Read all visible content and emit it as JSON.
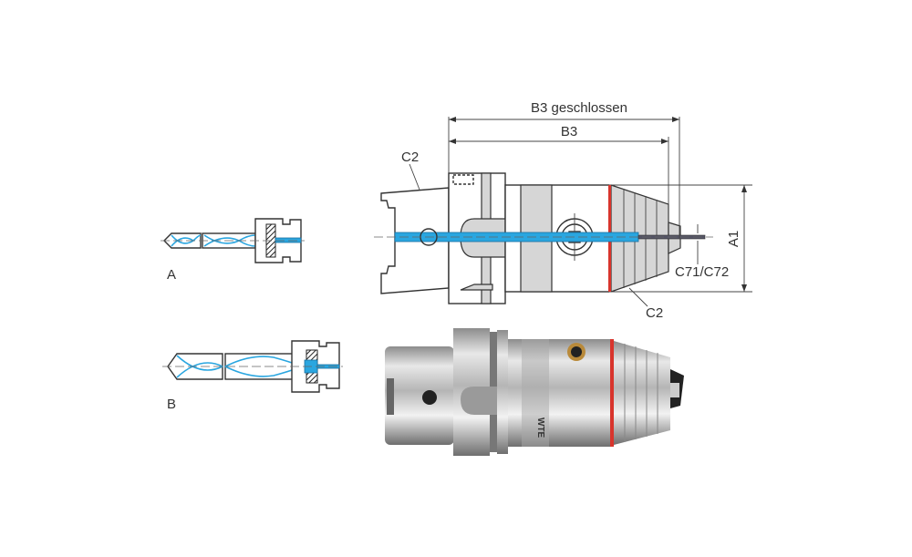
{
  "labels": {
    "b3_closed": "B3 geschlossen",
    "b3": "B3",
    "c2_top": "C2",
    "c2_bottom": "C2",
    "a1": "A1",
    "c71_c72": "C71/C72",
    "variant_a": "A",
    "variant_b": "B"
  },
  "photo": {
    "logo": "WTE"
  },
  "colors": {
    "coolant": "#2aa6e0",
    "seal_ring": "#d8342c"
  }
}
